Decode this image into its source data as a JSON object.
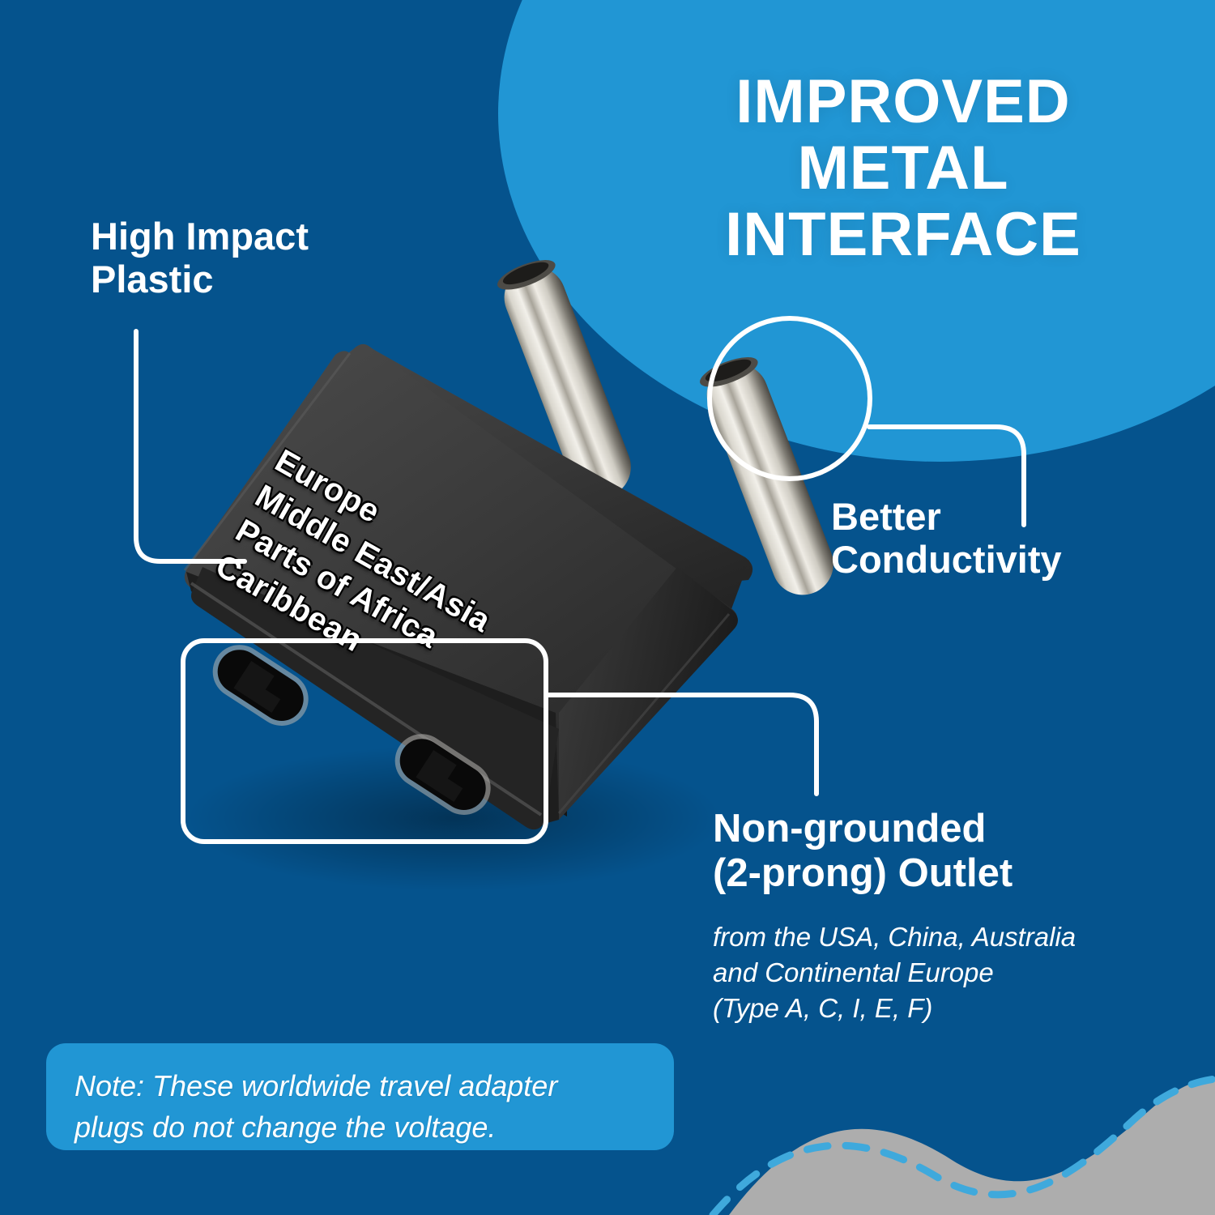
{
  "colors": {
    "background_dark_blue": "#05538D",
    "accent_light_blue": "#2196D4",
    "callout_white": "#FFFFFF",
    "wave_gray": "#ADADAD",
    "plug_black": "#2A2A2A",
    "prong_silver": "#C9C6BD"
  },
  "headline": {
    "line1": "IMPROVED",
    "line2": "METAL",
    "line3": "INTERFACE"
  },
  "annotations": {
    "plastic": {
      "line1": "High Impact",
      "line2": "Plastic"
    },
    "conductivity": {
      "line1": "Better",
      "line2": "Conductivity"
    },
    "outlet": {
      "line1": "Non-grounded",
      "line2": "(2-prong) Outlet",
      "sub1": "from the USA, China, Australia",
      "sub2": "and Continental Europe",
      "sub3": "(Type A, C, I, E, F)"
    }
  },
  "product_label": {
    "line1": "Europe",
    "line2": "Middle East/Asia",
    "line3": "Parts of Africa",
    "line4": "Caribbean"
  },
  "note": {
    "line1": "Note: These worldwide travel adapter",
    "line2": "plugs do not change the voltage."
  }
}
